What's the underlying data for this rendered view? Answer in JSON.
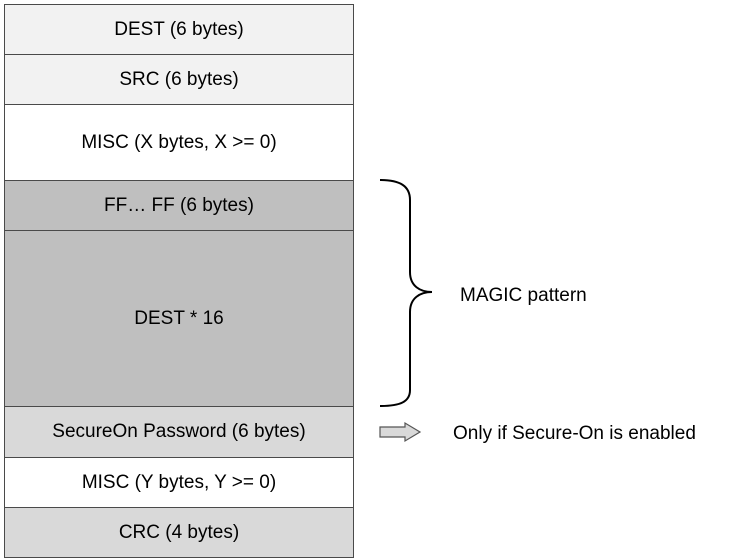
{
  "frame": {
    "fields": [
      {
        "label": "DEST (6 bytes)",
        "color": "#f2f2f2"
      },
      {
        "label": "SRC (6 bytes)",
        "color": "#f2f2f2"
      },
      {
        "label": "MISC (X bytes, X >= 0)",
        "color": "#ffffff"
      },
      {
        "label": "FF… FF (6 bytes)",
        "color": "#bfbfbf"
      },
      {
        "label": "DEST * 16",
        "color": "#bfbfbf"
      },
      {
        "label": "SecureOn Password (6 bytes)",
        "color": "#d9d9d9"
      },
      {
        "label": "MISC (Y bytes, Y >= 0)",
        "color": "#ffffff"
      },
      {
        "label": "CRC (4 bytes)",
        "color": "#d9d9d9"
      }
    ]
  },
  "annotations": {
    "magic_label": "MAGIC pattern",
    "secure_on_label": "Only if Secure-On is enabled"
  }
}
